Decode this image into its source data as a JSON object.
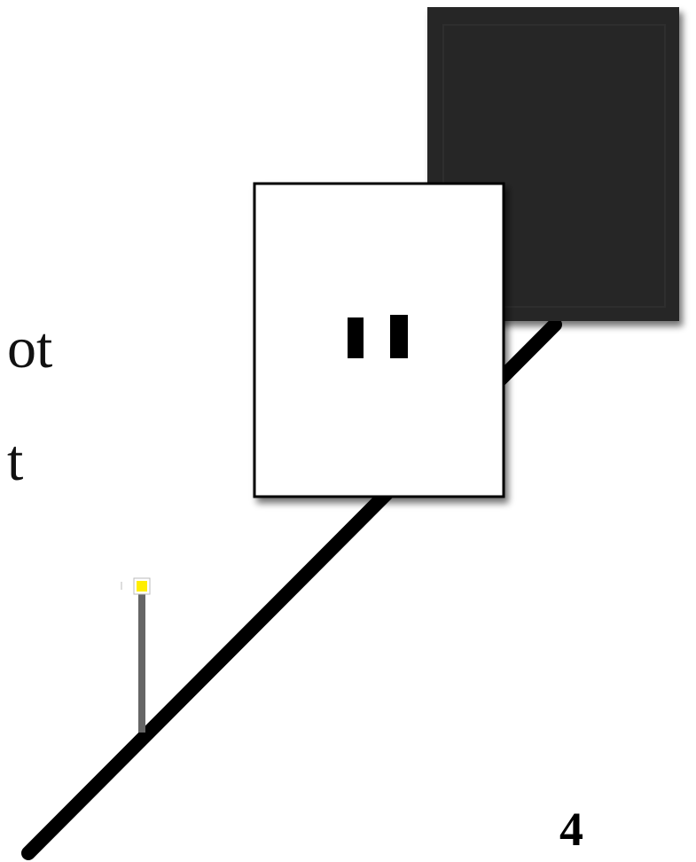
{
  "slide": {
    "text_fragments": [
      "ot",
      "t"
    ],
    "page_number": "4"
  },
  "colors": {
    "background": "#ffffff",
    "dark_box": "#262626",
    "light_box": "#ffffff",
    "diagonal_line": "#000000",
    "vertical_line": "#666666",
    "marker": "#ffee00"
  }
}
